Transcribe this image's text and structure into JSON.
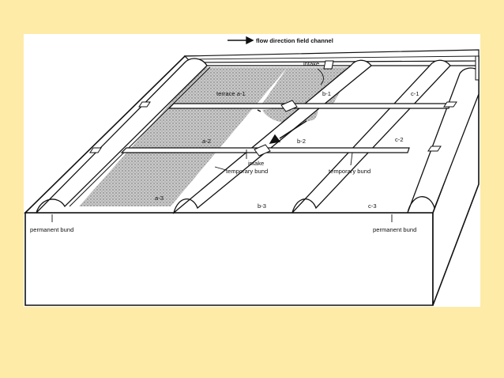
{
  "diagram": {
    "labels": {
      "flow": "flow direction field channel",
      "intake_top": "intake",
      "intake_bottom": "intake",
      "terrace": "terrace a-1",
      "b1": "b-1",
      "c1": "c-1",
      "a2": "a-2",
      "b2": "b-2",
      "c2": "c-2",
      "a3": "a-3",
      "b3": "b-3",
      "c3": "c-3",
      "temp_bund_left": "temporary bund",
      "temp_bund_right": "temporary bund",
      "perm_bund_left": "permanent bund",
      "perm_bund_right": "permanent bund"
    },
    "colors": {
      "background": "#FFEBA8",
      "figure": "#ffffff",
      "line": "#111111",
      "flooded": "#bdbdbd"
    }
  }
}
